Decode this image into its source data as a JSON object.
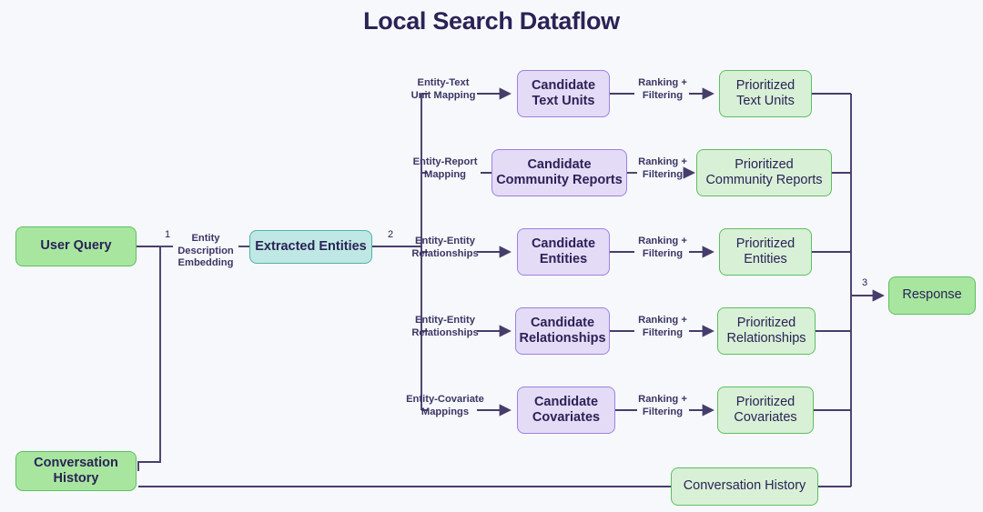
{
  "title": "Local Search Dataflow",
  "theme": {
    "background": "#f7f8fc",
    "title_color": "#2b2256",
    "wire_color": "#473d6b",
    "green_fill": "#a8e6a0",
    "green_border": "#5cbf62",
    "green_light_fill": "#d8f0d6",
    "teal_fill": "#bfe8e4",
    "teal_border": "#4fb3ab",
    "purple_fill": "#e4dbf7",
    "purple_border": "#9b82de",
    "label_color": "#3c3564"
  },
  "nodes": {
    "user_query": "User Query",
    "conversation_history_left": "Conversation History",
    "extracted_entities": "Extracted Entities",
    "candidate_text_units": "Candidate\nText Units",
    "candidate_community_reports": "Candidate\nCommunity Reports",
    "candidate_entities": "Candidate\nEntities",
    "candidate_relationships": "Candidate\nRelationships",
    "candidate_covariates": "Candidate\nCovariates",
    "prioritized_text_units": "Prioritized\nText Units",
    "prioritized_community_reports": "Prioritized\nCommunity Reports",
    "prioritized_entities": "Prioritized\nEntities",
    "prioritized_relationships": "Prioritized\nRelationships",
    "prioritized_covariates": "Prioritized\nCovariates",
    "conversation_history_right": "Conversation History",
    "response": "Response"
  },
  "edge_labels": {
    "entity_description_embedding": "Entity\nDescription\nEmbedding",
    "entity_text_unit_mapping": "Entity-Text\nUnit Mapping",
    "entity_report_mapping": "Entity-Report\nMapping",
    "entity_entity_relationships_1": "Entity-Entity\nRelationships",
    "entity_entity_relationships_2": "Entity-Entity\nRelationships",
    "entity_covariate_mappings": "Entity-Covariate\nMappings",
    "ranking_filtering_1": "Ranking +\nFiltering",
    "ranking_filtering_2": "Ranking +\nFiltering",
    "ranking_filtering_3": "Ranking +\nFiltering",
    "ranking_filtering_4": "Ranking +\nFiltering",
    "ranking_filtering_5": "Ranking +\nFiltering"
  },
  "step_numbers": {
    "one": "1",
    "two": "2",
    "three": "3"
  }
}
